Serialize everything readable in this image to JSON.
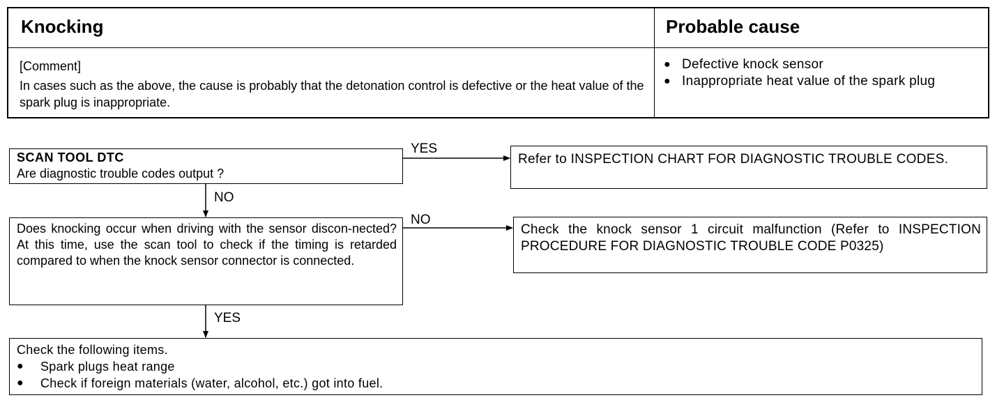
{
  "header": {
    "symptom_title": "Knocking",
    "cause_title": "Probable cause",
    "comment_label": "[Comment]",
    "comment_text": "In cases such as the above, the cause is probably that the detonation control is defective or the heat value of the spark plug is inappropriate.",
    "causes": [
      "Defective knock sensor",
      "Inappropriate heat value of the spark plug"
    ],
    "bullet_char": "●"
  },
  "flow": {
    "step1": {
      "title": "SCAN TOOL DTC",
      "question": "Are diagnostic trouble codes output ?",
      "yes_label": "YES",
      "no_label": "NO"
    },
    "step1_yes_result": "Refer to INSPECTION CHART FOR DIAGNOSTIC TROUBLE CODES.",
    "step2": {
      "question": "Does knocking occur when driving with the sensor discon-nected? At this time, use the scan tool to check if the timing is retarded compared to when the knock sensor connector is connected.",
      "yes_label": "YES",
      "no_label": "NO"
    },
    "step2_no_result": "Check the knock sensor 1 circuit malfunction (Refer to INSPECTION PROCEDURE FOR DIAGNOSTIC TROUBLE CODE P0325)",
    "final": {
      "intro": "Check the following items.",
      "items": [
        "Spark plugs heat range",
        "Check if foreign materials (water, alcohol, etc.) got into fuel."
      ]
    }
  }
}
